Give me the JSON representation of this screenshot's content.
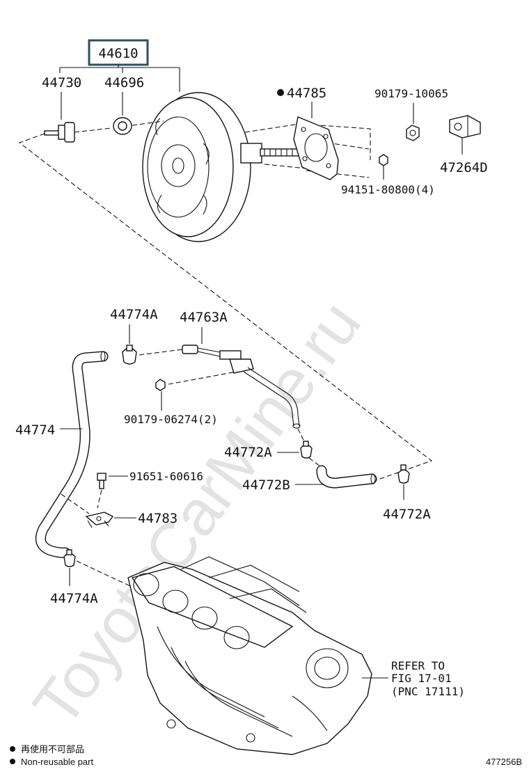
{
  "watermark": "ToyotaCarMine.ru",
  "parts": {
    "assembly": "44610",
    "check_valve_fitting": "44730",
    "grommet": "44696",
    "gasket": "44785",
    "nut_top": "90179-10065",
    "clevis": "47264D",
    "nut_mount": "94151-80800(4)",
    "clamp_a_top": "44774A",
    "tube_a": "44763A",
    "nut_small": "90179-06274(2)",
    "hose": "44774",
    "clamp_b_upper": "44772A",
    "hose_b": "44772B",
    "clamp_b_lower": "44772A",
    "bolt": "91651-60616",
    "bracket": "44783",
    "clamp_a_bottom": "44774A"
  },
  "refer": {
    "line1": "REFER TO",
    "line2": "FIG 17-01",
    "line3": "(PNC 17111)"
  },
  "legend": {
    "jp": "再使用不可部品",
    "en": "Non-reusable part"
  },
  "illustration_code": "477256B",
  "colors": {
    "ink": "#111111",
    "box": "#2f4f5f",
    "watermark": "#e3e3e3"
  }
}
